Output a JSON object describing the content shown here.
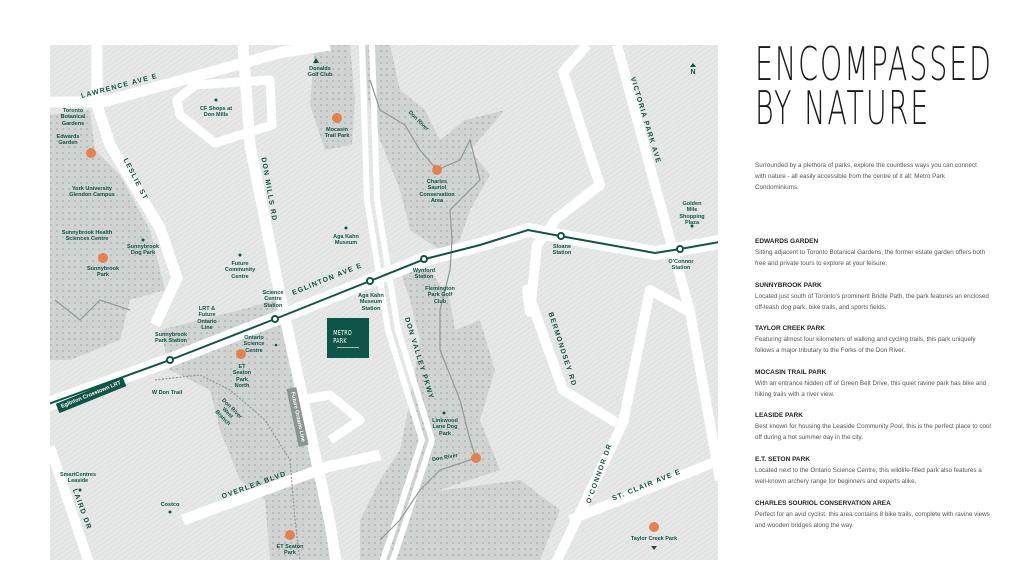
{
  "title": {
    "line1": "ENCOMPASSED",
    "line2": "BY NATURE"
  },
  "intro": "Surrounded by a plethora of parks, explore the countless ways you can connect with nature - all easily accessible from the centre of it all: Metro Park Condominiums.",
  "parks": [
    {
      "name": "EDWARDS GARDEN",
      "desc": "Sitting adjacent to Toronto Botanical Gardens, the former estate garden offers both free and private tours to explore at your leisure."
    },
    {
      "name": "SUNNYBROOK PARK",
      "desc": "Located just south of Toronto's prominent Bridle Path, the park features an enclosed off-leash dog park, bike trails, and sports fields."
    },
    {
      "name": "TAYLOR CREEK PARK",
      "desc": "Featuring almost four kilometers of walking and cycling trails, this park uniquely follows a major tributary to the Forks of the Don River."
    },
    {
      "name": "MOCASIN TRAIL PARK",
      "desc": "With an entrance hidden off of Green Belt Drive, this quiet ravine park has bike and hiking trails with a river view."
    },
    {
      "name": "LEASIDE PARK",
      "desc": "Best known for housing the Leaside Community Pool, this is the perfect place to cool off during a hot summer day in the city."
    },
    {
      "name": "E.T. SETON PARK",
      "desc": "Located next to the Ontario Science Centre, this wildlife-filled park also features a well-known archery range for beginners and experts alike."
    },
    {
      "name": "CHARLES SOURIOL CONSERVATION AREA",
      "desc": "Perfect for an avid cyclist, this area contains 8 bike trails, complete with ravine views and wooden bridges along the way."
    }
  ],
  "map": {
    "logo": "METRO PARK",
    "north": "N",
    "roads": {
      "lawrence": "LAWRENCE AVE E",
      "leslie": "LESLIE ST",
      "donmills": "DON MILLS RD",
      "eglinton": "EGLINTON AVE E",
      "dvp": "DON VALLEY PKWY",
      "bermondsey": "BERMONDSEY RD",
      "victoria": "VICTORIA PARK AVE",
      "oconnor": "O'CONNOR DR",
      "stclair": "ST. CLAIR AVE E",
      "overlea": "OVERLEA BLVD",
      "laird": "LAIRD DR"
    },
    "lines": {
      "lrt": "Eglinton Crosstown LRT",
      "ontario": "Future Ontario Line"
    },
    "places": {
      "donalds": "Donalds Golf Club",
      "cfshops": "CF Shops at Don Mills",
      "tbg": "Toronto Botanical Gardens",
      "edwards": "Edwards Garden",
      "york": "York University Glendon Campus",
      "shsc": "Sunnybrook Health Sciences Centre",
      "sdog": "Sunnybrook Dog Park",
      "spark": "Sunnybrook Park",
      "mocasin": "Mocasin Trail Park",
      "aga": "Aga Kahn Museum",
      "fcc": "Future Community Centre",
      "scs": "Science Centre Station",
      "lrtfol": "LRT & Future Ontario Line",
      "sps": "Sunnybrook Park Station",
      "osc": "Ontario Science Centre",
      "etnorth": "ET Seaton Park North",
      "wdon": "W Don Trail",
      "dwb": "Don River West Branch",
      "agas": "Aga Kahn Museum Station",
      "wynford": "Wynford Station",
      "flem": "Flemington Park Golf Club",
      "charles": "Charles Sauriol Conservation Area",
      "donriver1": "Don River",
      "sloane": "Sloane Station",
      "oconnors": "O'Connor Station",
      "golden": "Golden Mile Shopping Plaza",
      "linkwood": "Linkwood Lane Dog Park",
      "donriver2": "Don River",
      "taylor": "Taylor Creek Park",
      "smart": "SmartCentres Leaside",
      "costco": "Costco",
      "etseaton": "ET Seaton Park"
    }
  },
  "colors": {
    "green": "#0d5546",
    "orange": "#e8804a",
    "park": "#cfd4d2",
    "base": "#e6e8e7"
  }
}
